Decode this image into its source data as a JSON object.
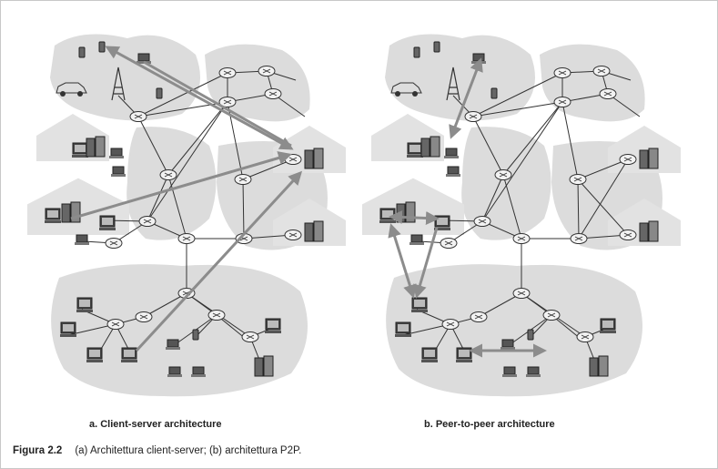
{
  "diagram": {
    "panel_a_caption": "a. Client-server architecture",
    "panel_b_caption": "b. Peer-to-peer architecture",
    "figure_label": "Figura 2.2",
    "figure_text": "(a) Architettura client-server; (b) architettura P2P.",
    "colors": {
      "cloud": "#dcdcdc",
      "link": "#333333",
      "arrow": "#8c8c8c",
      "router": "#f2f2f2"
    }
  }
}
